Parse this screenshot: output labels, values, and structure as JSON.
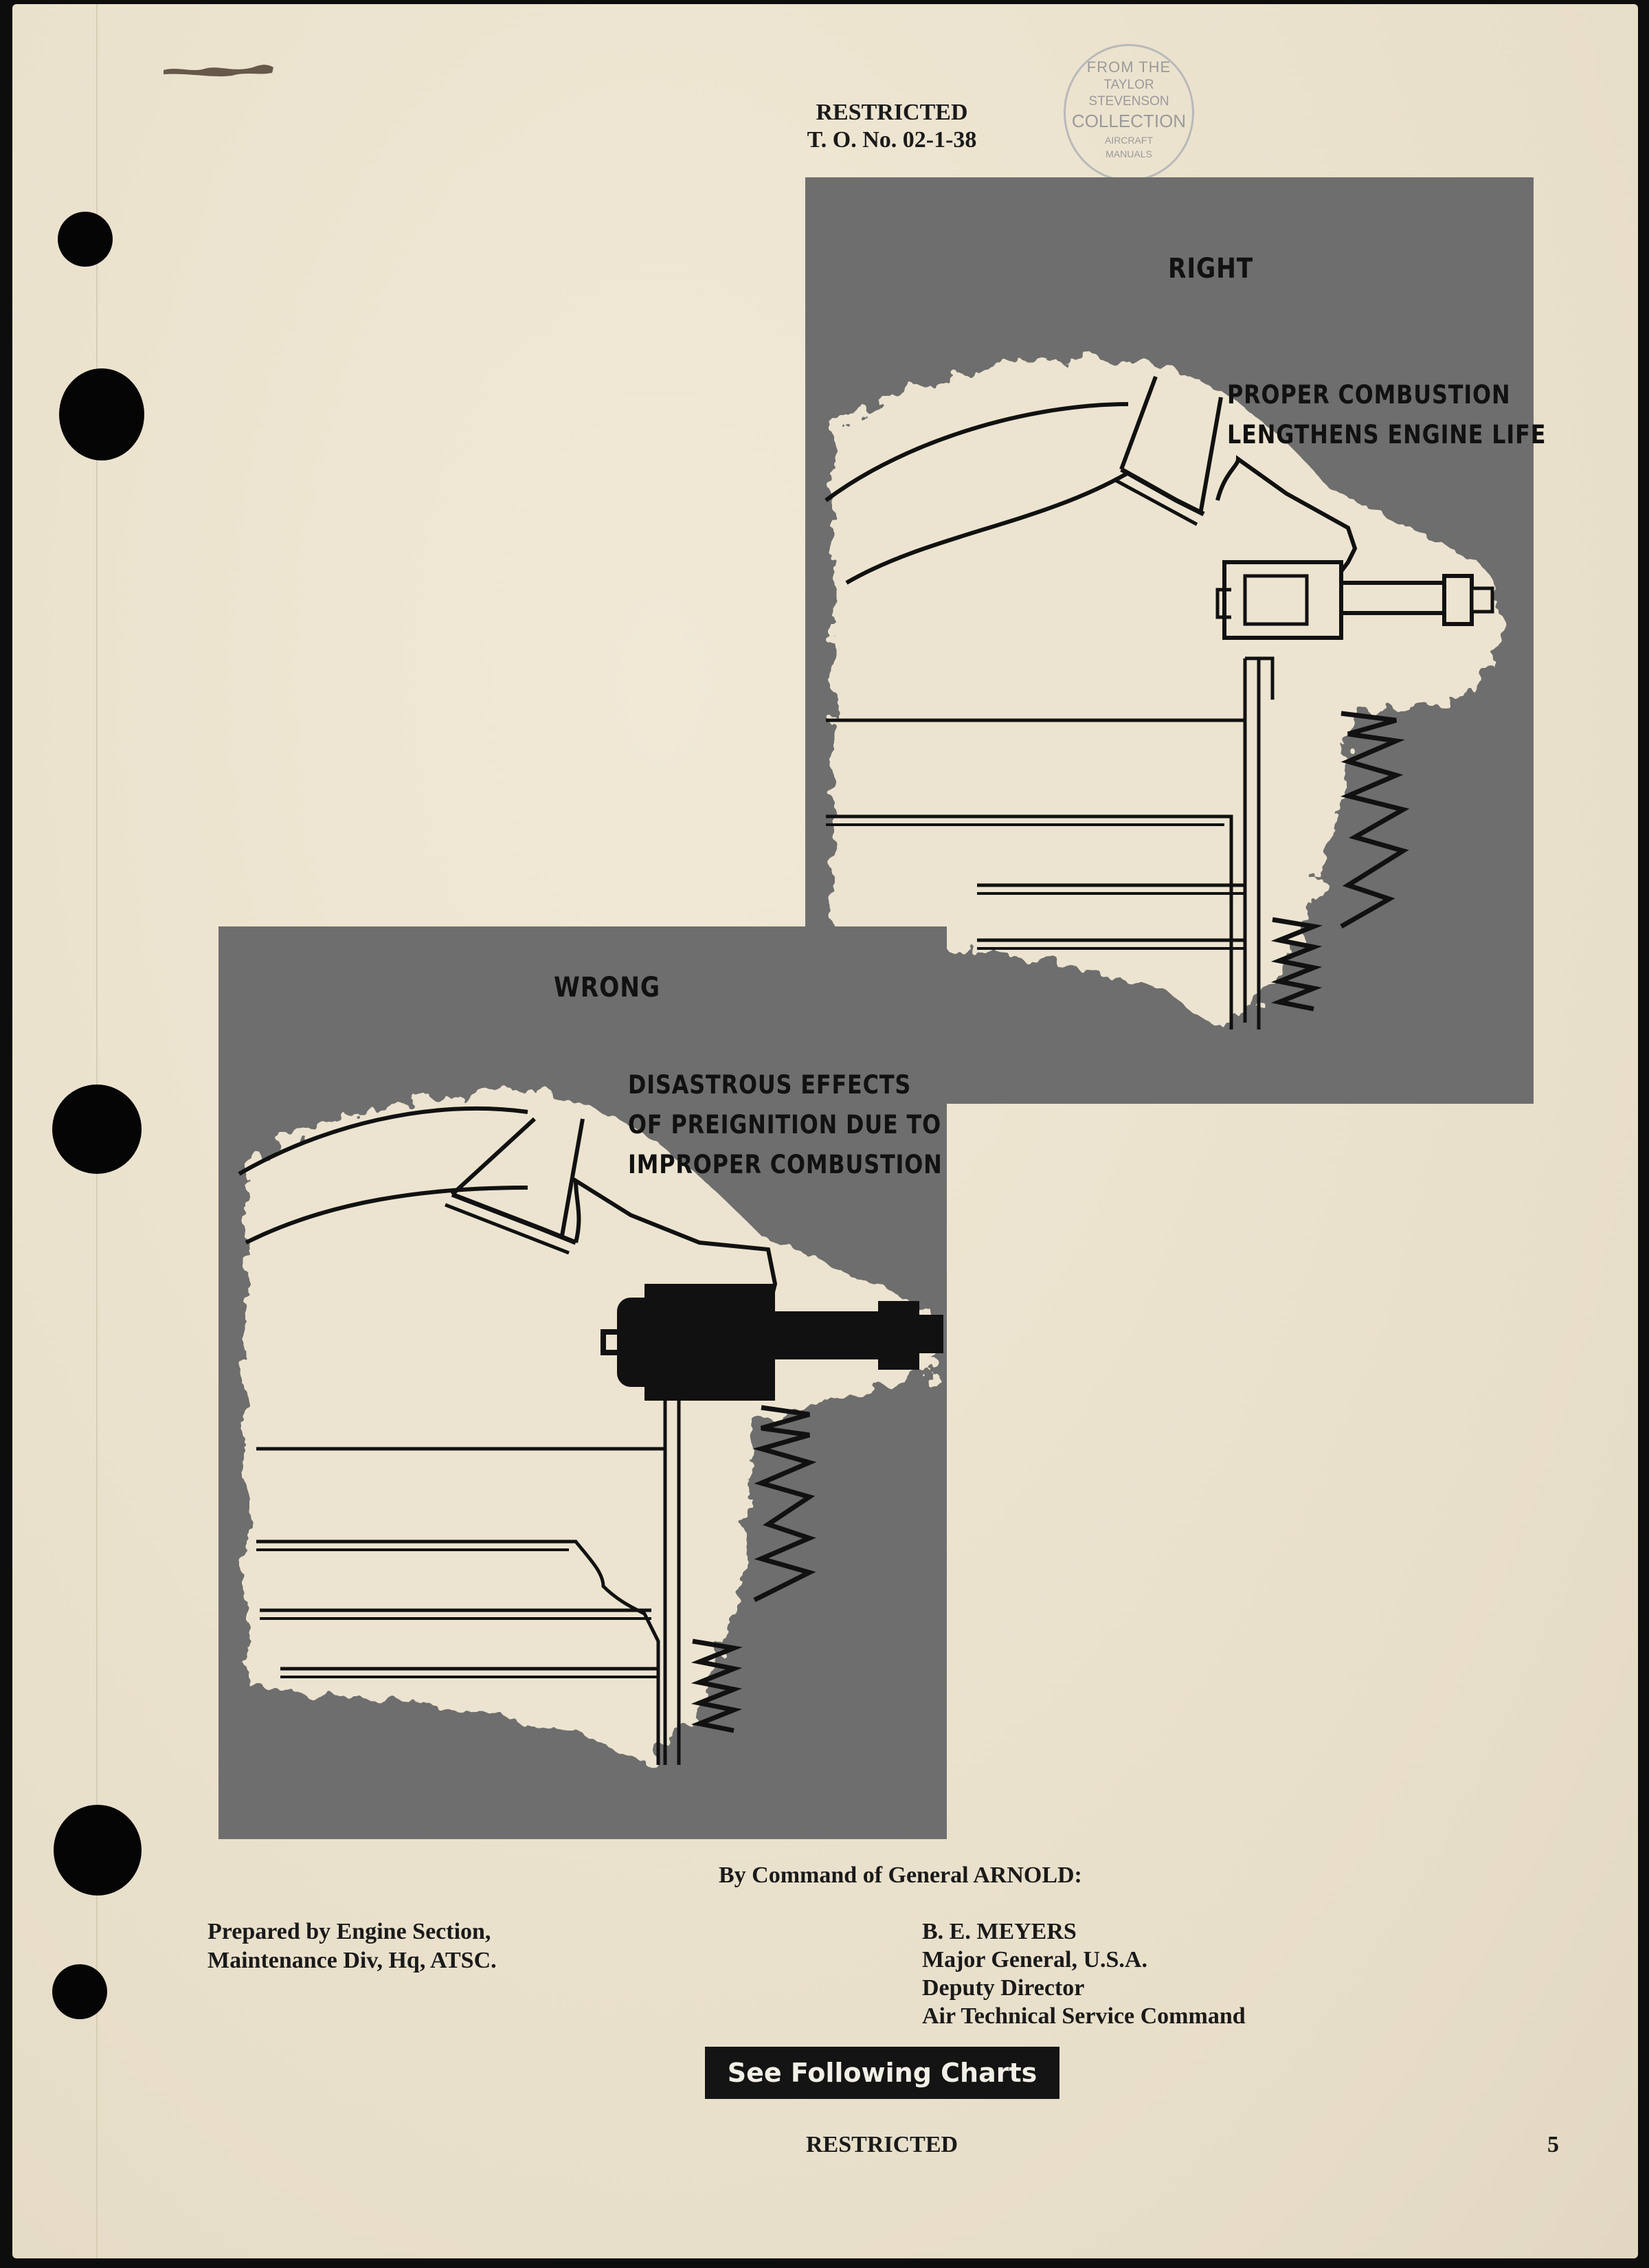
{
  "header": {
    "classification": "RESTRICTED",
    "order_number": "T. O. No. 02-1-38"
  },
  "stamp": {
    "line1": "FROM THE",
    "line2": "TAYLOR",
    "line3": "STEVENSON",
    "line4": "COLLECTION",
    "line5": "AIRCRAFT",
    "line6": "MANUALS"
  },
  "figures": {
    "right": {
      "label": "RIGHT",
      "caption_line1": "PROPER COMBUSTION",
      "caption_line2": "LENGTHENS ENGINE LIFE"
    },
    "wrong": {
      "label": "WRONG",
      "caption_line1": "DISASTROUS EFFECTS",
      "caption_line2": "OF PREIGNITION DUE TO",
      "caption_line3": "IMPROPER COMBUSTION"
    }
  },
  "command": {
    "line": "By Command of General ARNOLD:"
  },
  "prepared_by": {
    "line1": "Prepared by Engine Section,",
    "line2": "Maintenance Div, Hq, ATSC."
  },
  "signature": {
    "name": "B. E. MEYERS",
    "rank": "Major General, U.S.A.",
    "title": "Deputy Director",
    "org": "Air Technical Service Command"
  },
  "button": {
    "label": "See Following Charts"
  },
  "footer": {
    "classification": "RESTRICTED",
    "page_number": "5"
  },
  "colors": {
    "paper": "#ece4d0",
    "panel_gray": "#6e6e6e",
    "ink": "#111111"
  }
}
